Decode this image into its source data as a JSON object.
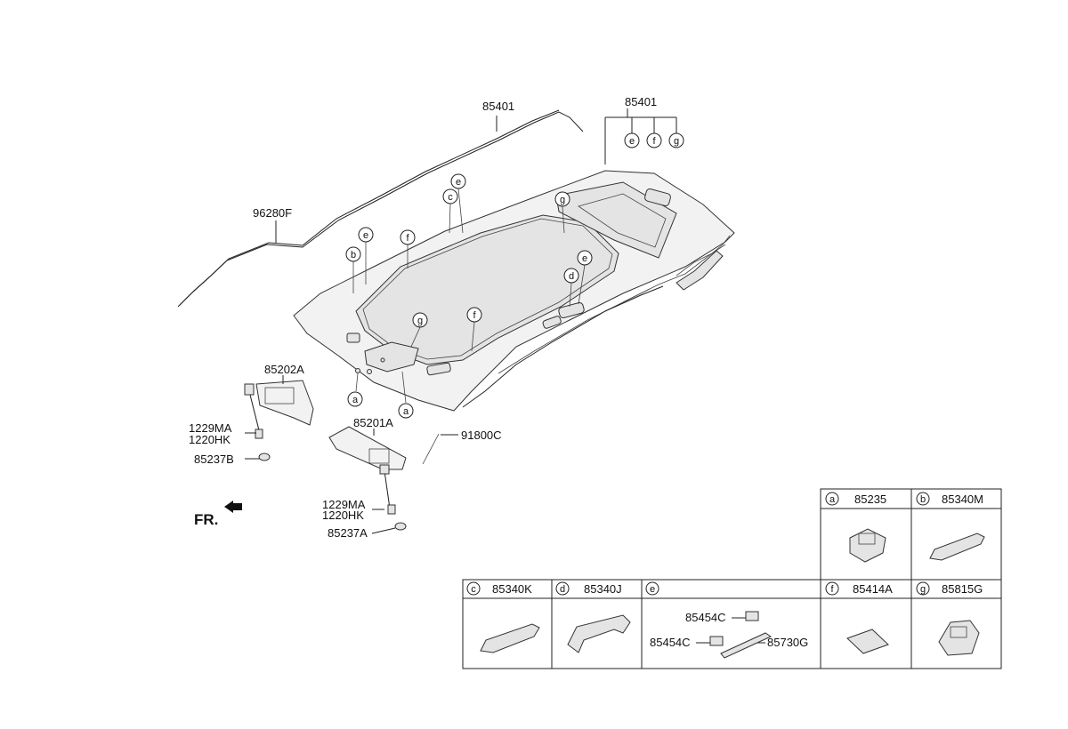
{
  "part_labels": {
    "headlining_wire_top": "85401",
    "headlining_right": "85401",
    "antenna_cable": "96280F",
    "sunvisor_rh": "85202A",
    "sunvisor_lh": "85201A",
    "screw_rh": "1229MA",
    "screw_rh_alt": "1220HK",
    "retainer_rh": "85237B",
    "screw_lh": "1229MA",
    "screw_lh_alt": "1220HK",
    "retainer_lh": "85237A",
    "wiring": "91800C",
    "front_label": "FR."
  },
  "callouts": {
    "e": "e",
    "f": "f",
    "g": "g",
    "c": "c",
    "b": "b",
    "d": "d",
    "a": "a"
  },
  "legend": {
    "a": {
      "letter": "a",
      "part": "85235"
    },
    "b": {
      "letter": "b",
      "part": "85340M"
    },
    "c": {
      "letter": "c",
      "part": "85340K"
    },
    "d": {
      "letter": "d",
      "part": "85340J"
    },
    "e": {
      "letter": "e",
      "sub1": "85454C",
      "sub2": "85454C",
      "sub3": "85730G"
    },
    "f": {
      "letter": "f",
      "part": "85414A"
    },
    "g": {
      "letter": "g",
      "part": "85815G"
    }
  }
}
